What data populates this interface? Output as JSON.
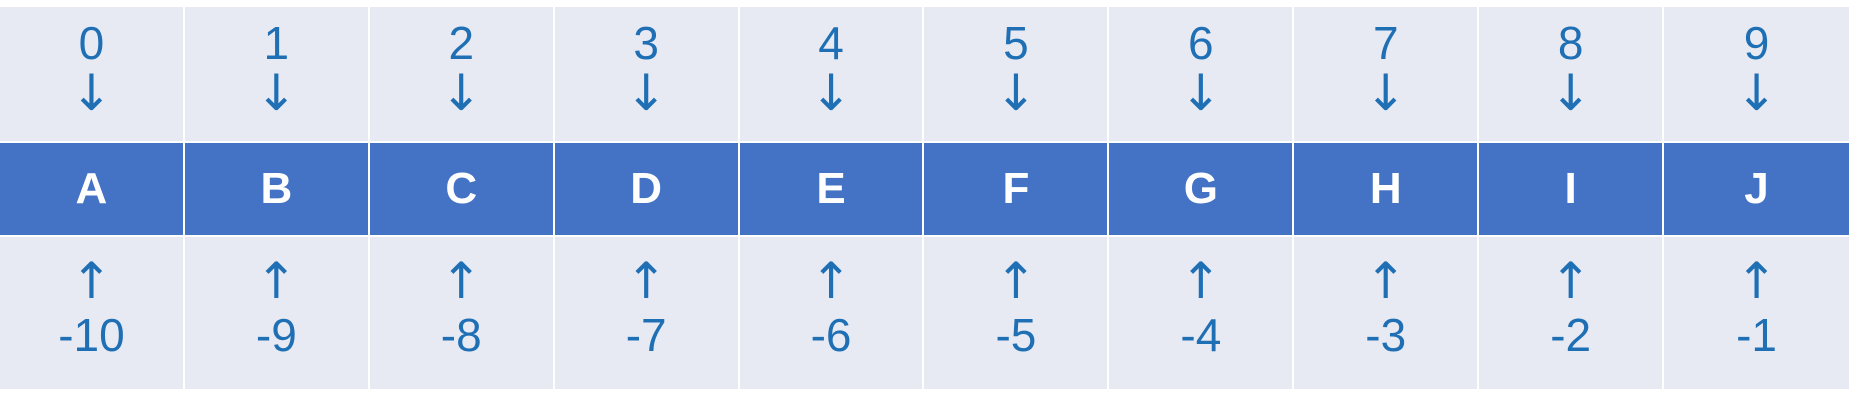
{
  "positive_indices": [
    "0",
    "1",
    "2",
    "3",
    "4",
    "5",
    "6",
    "7",
    "8",
    "9"
  ],
  "elements": [
    "A",
    "B",
    "C",
    "D",
    "E",
    "F",
    "G",
    "H",
    "I",
    "J"
  ],
  "negative_indices": [
    "-10",
    "-9",
    "-8",
    "-7",
    "-6",
    "-5",
    "-4",
    "-3",
    "-2",
    "-1"
  ],
  "down_arrow": "↓",
  "up_arrow": "↑",
  "colors": {
    "index_background": "#e8eaf3",
    "element_background": "#4472c4",
    "index_text": "#1f6fb5",
    "element_text": "#ffffff"
  }
}
